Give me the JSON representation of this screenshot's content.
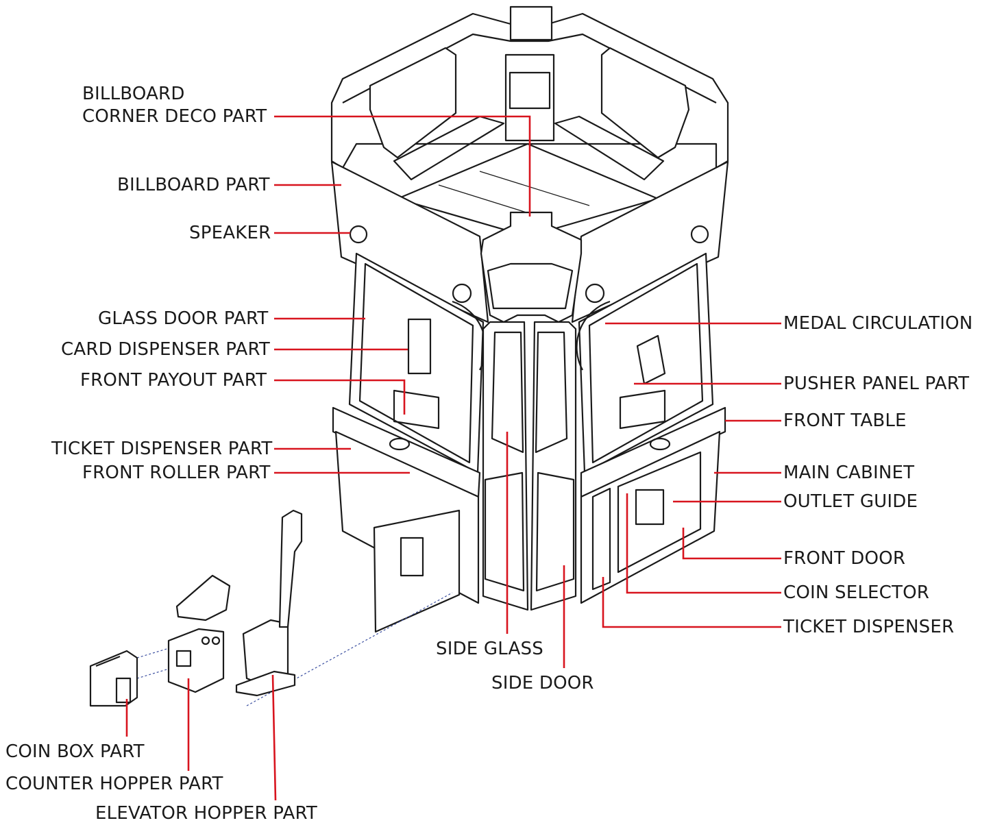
{
  "labels": {
    "billboard": "BILLBOARD",
    "corner_deco": "CORNER DECO PART",
    "billboard_part": "BILLBOARD PART",
    "speaker": "SPEAKER",
    "glass_door": "GLASS DOOR PART",
    "card_dispenser": "CARD DISPENSER PART",
    "front_payout": "FRONT PAYOUT PART",
    "ticket_dispenser_part": "TICKET DISPENSER PART",
    "front_roller": "FRONT ROLLER PART",
    "medal_circulation": "MEDAL CIRCULATION",
    "pusher_panel": "PUSHER PANEL PART",
    "front_table": "FRONT TABLE",
    "main_cabinet": "MAIN CABINET",
    "outlet_guide": "OUTLET GUIDE",
    "front_door": "FRONT DOOR",
    "coin_selector": "COIN SELECTOR",
    "ticket_dispenser": "TICKET DISPENSER",
    "side_glass": "SIDE GLASS",
    "side_door": "SIDE DOOR",
    "coin_box": "COIN BOX PART",
    "counter_hopper": "COUNTER HOPPER PART",
    "elevator_hopper": "ELEVATOR HOPPER PART"
  },
  "colors": {
    "leader": "#d8141e",
    "ink": "#1a1a1a",
    "hidden_line": "#3b4fa0",
    "background": "#ffffff"
  }
}
